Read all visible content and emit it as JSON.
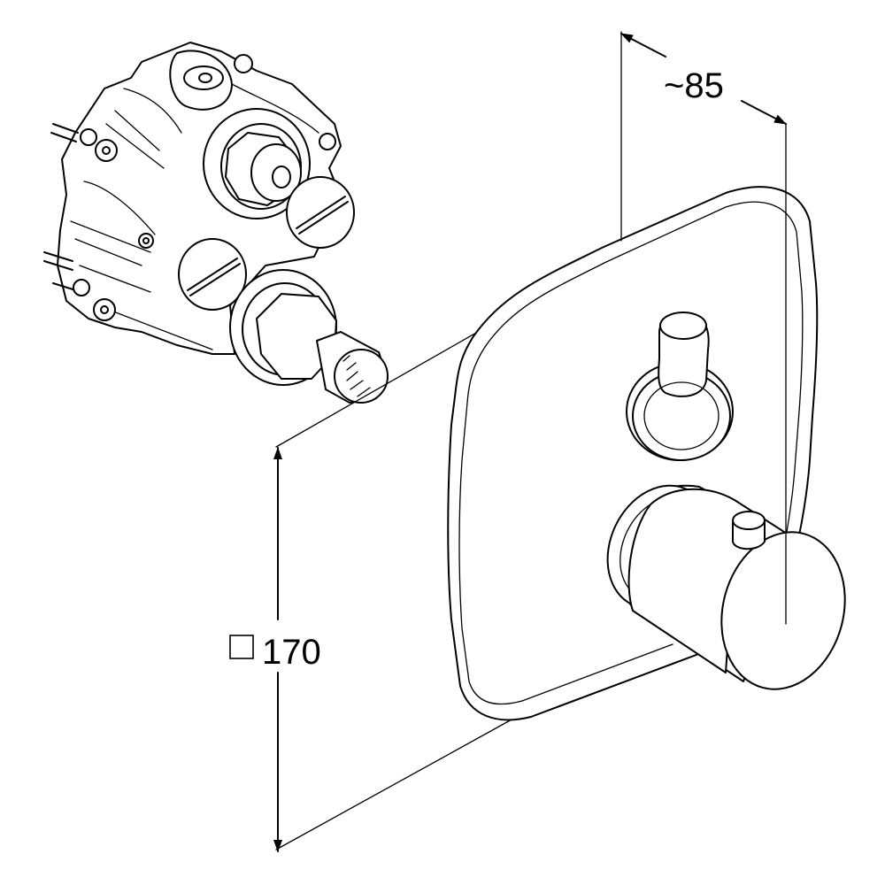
{
  "dimensions": {
    "depth_label": "~85",
    "size_label": "170",
    "size_symbol": "square-symbol"
  },
  "colors": {
    "line": "#000000",
    "background": "#ffffff"
  }
}
